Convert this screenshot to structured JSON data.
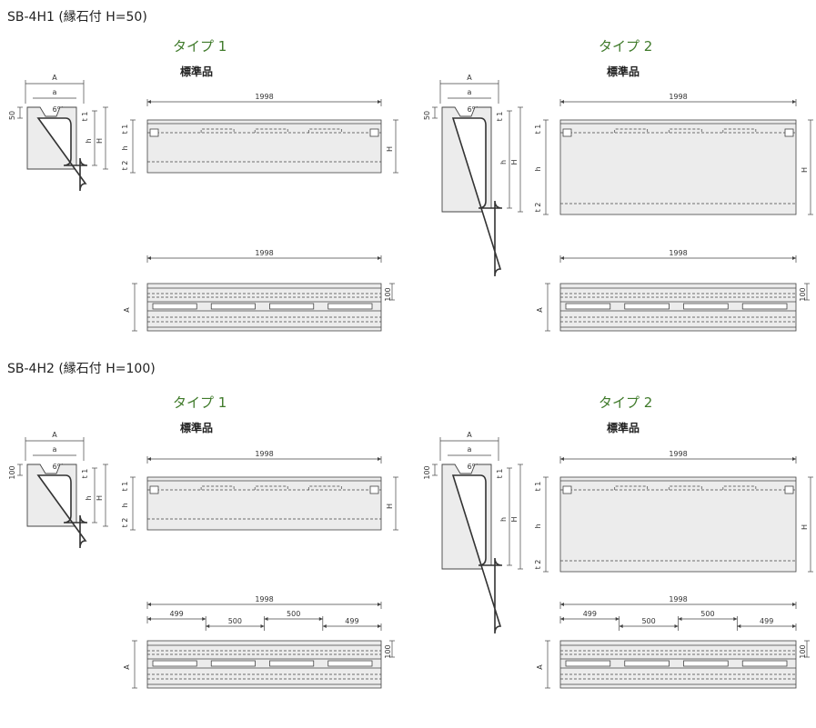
{
  "sections": [
    {
      "heading": "SB-4H1 (縁石付 H=50)",
      "curb": "50",
      "type1": {
        "label": "タイプ 1",
        "sub": "標準品"
      },
      "type2": {
        "label": "タイプ 2",
        "sub": "標準品"
      },
      "plan_spans": []
    },
    {
      "heading": "SB-4H2 (縁石付 H=100)",
      "curb": "100",
      "type1": {
        "label": "タイプ 1",
        "sub": "標準品"
      },
      "type2": {
        "label": "タイプ 2",
        "sub": "標準品"
      },
      "plan_spans": [
        "499",
        "500",
        "500",
        "499"
      ]
    }
  ],
  "dims": {
    "length": "1998",
    "A": "A",
    "a": "a",
    "slope": "6%",
    "h": "h",
    "H": "H",
    "t1": "t 1",
    "t2": "t 2",
    "top": "100"
  }
}
